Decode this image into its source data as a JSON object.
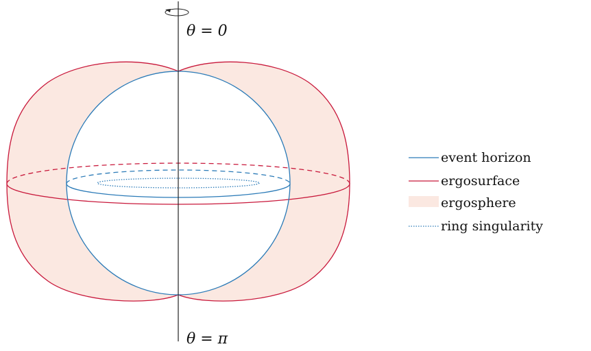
{
  "axis": {
    "top_label": "θ = 0",
    "bottom_label": "θ = π"
  },
  "legend": {
    "items": [
      {
        "key": "event-horizon",
        "label": "event horizon",
        "style": "line",
        "color": "#2a7ab7"
      },
      {
        "key": "ergosurface",
        "label": "ergosurface",
        "style": "line",
        "color": "#c8173a"
      },
      {
        "key": "ergosphere",
        "label": "ergosphere",
        "style": "fill",
        "color": "#fbe8e1"
      },
      {
        "key": "ring-singularity",
        "label": "ring singularity",
        "style": "dotted",
        "color": "#2a7ab7"
      }
    ]
  },
  "colors": {
    "horizon": "#2a7ab7",
    "ergosurface": "#c8173a",
    "ergosphere_fill": "#fbe8e1",
    "axis": "#222222"
  }
}
